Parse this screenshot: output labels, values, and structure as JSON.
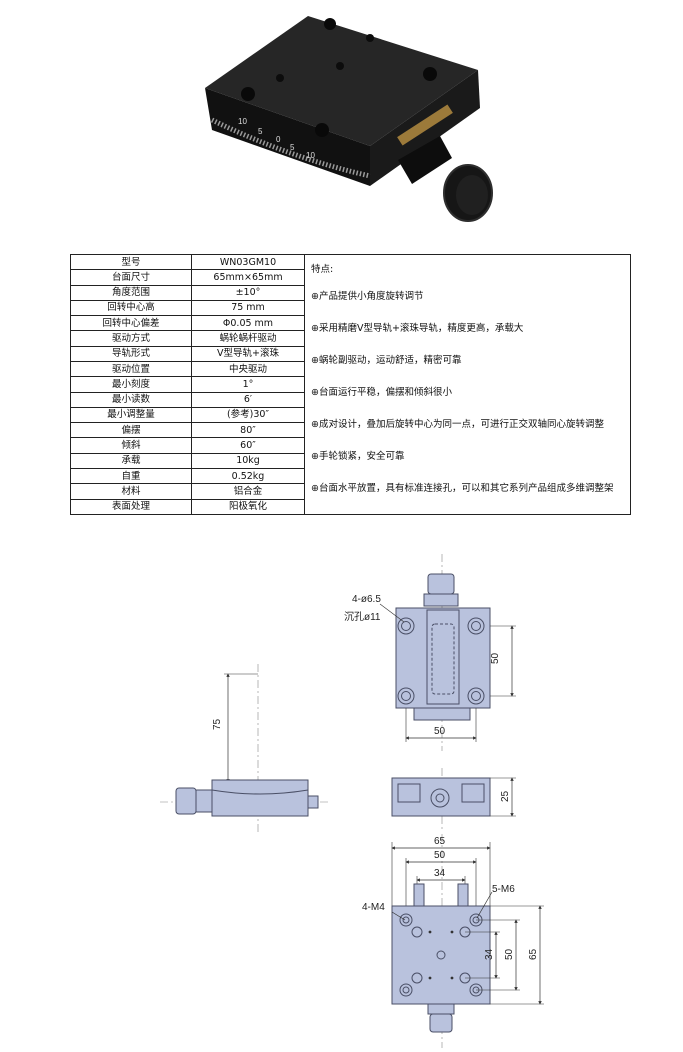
{
  "photo": {
    "dial_marks": [
      "10",
      "5",
      "0",
      "5",
      "10"
    ]
  },
  "spec_table": {
    "rows": [
      {
        "label": "型号",
        "value": "WN03GM10"
      },
      {
        "label": "台面尺寸",
        "value": "65mm×65mm"
      },
      {
        "label": "角度范围",
        "value": "±10°"
      },
      {
        "label": "回转中心高",
        "value": "75 mm"
      },
      {
        "label": "回转中心偏差",
        "value": "Φ0.05 mm"
      },
      {
        "label": "驱动方式",
        "value": "蜗轮蜗杆驱动"
      },
      {
        "label": "导轨形式",
        "value": "V型导轨+滚珠"
      },
      {
        "label": "驱动位置",
        "value": "中央驱动"
      },
      {
        "label": "最小刻度",
        "value": "1°"
      },
      {
        "label": "最小读数",
        "value": "6′"
      },
      {
        "label": "最小调整量",
        "value": "(参考)30″"
      },
      {
        "label": "偏摆",
        "value": "80″"
      },
      {
        "label": "倾斜",
        "value": "60″"
      },
      {
        "label": "承载",
        "value": "10kg"
      },
      {
        "label": "自重",
        "value": "0.52kg"
      },
      {
        "label": "材料",
        "value": "铝合金"
      },
      {
        "label": "表面处理",
        "value": "阳极氧化"
      }
    ],
    "features_title": "特点:",
    "features": [
      "⊕产品提供小角度旋转调节",
      "⊕采用精磨V型导轨+滚珠导轨，精度更高，承载大",
      "⊕蜗轮副驱动，运动舒适，精密可靠",
      "⊕台面运行平稳，偏摆和倾斜很小",
      "⊕成对设计，叠加后旋转中心为同一点，可进行正交双轴同心旋转调整",
      "⊕手轮锁紧，安全可靠",
      "⊕台面水平放置，具有标准连接孔，可以和其它系列产品组成多维调整架"
    ]
  },
  "drawings": {
    "top_view": {
      "hole_label": "4-ø6.5",
      "counterbore_label": "沉孔ø11",
      "dim_height": "50",
      "dim_width": "50"
    },
    "side_view": {
      "dim_center_height": "75"
    },
    "front_view": {
      "dim_height": "25"
    },
    "bottom_view": {
      "dim_outer": "65",
      "dim_mid": "50",
      "dim_inner": "34",
      "thread_small": "4-M4",
      "thread_large": "5-M6",
      "dim_v_inner": "34",
      "dim_v_mid": "50",
      "dim_v_outer": "65"
    }
  },
  "colors": {
    "drawing_fill": "#b9c2dd",
    "drawing_line": "#4a4f66",
    "dim_line": "#333333",
    "photo_body": "#1b1b1b"
  }
}
